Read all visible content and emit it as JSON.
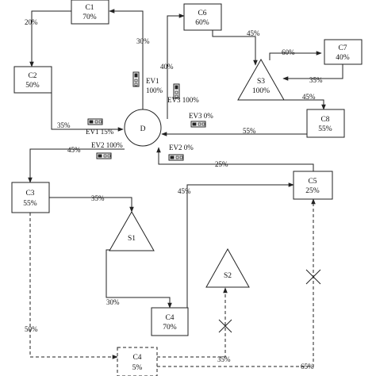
{
  "nodes": {
    "C1": {
      "name": "C1",
      "value": "70%"
    },
    "C2": {
      "name": "C2",
      "value": "50%"
    },
    "C3": {
      "name": "C3",
      "value": "55%"
    },
    "C4a": {
      "name": "C4",
      "value": "70%"
    },
    "C4b": {
      "name": "C4",
      "value": "5%"
    },
    "C5": {
      "name": "C5",
      "value": "25%"
    },
    "C6": {
      "name": "C6",
      "value": "60%"
    },
    "C7": {
      "name": "C7",
      "value": "40%"
    },
    "C8": {
      "name": "C8",
      "value": "55%"
    },
    "D": {
      "name": "D"
    },
    "S1": {
      "name": "S1"
    },
    "S2": {
      "name": "S2"
    },
    "S3": {
      "name": "S3",
      "value": "100%"
    }
  },
  "edge_labels": {
    "c1_c2": "20%",
    "d_c1": "30%",
    "c2_d": "35%",
    "d_c6": "40%",
    "c6_s3": "45%",
    "s3_c7": "60%",
    "c7_s3": "35%",
    "s3_c8": "45%",
    "c8_d": "55%",
    "c5_d": "25%",
    "d_c3": "45%",
    "c3_s1": "35%",
    "s1_c4": "30%",
    "c4_c5": "45%",
    "c3_c4b": "50%",
    "c4b_s2": "35%",
    "c4b_c5": "65%"
  },
  "vehicles": {
    "ev1_top": "EV1",
    "ev1_top_pct": "100%",
    "ev3_top": "EV3 100%",
    "ev3_right": "EV3 0%",
    "ev1_left": "EV1 15%",
    "ev2_left": "EV2 100%",
    "ev2_right": "EV2 0%"
  }
}
